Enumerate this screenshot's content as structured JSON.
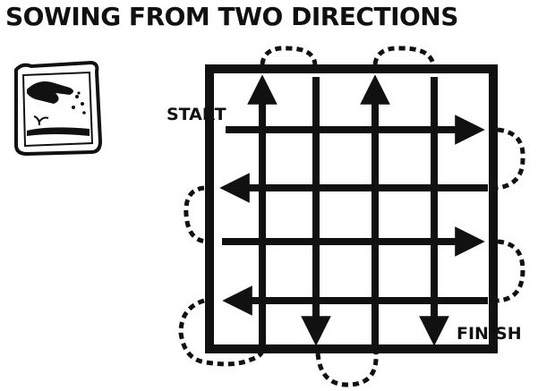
{
  "title": "SOWING FROM TWO DIRECTIONS",
  "labels": {
    "start": "START",
    "finish": "FINISH"
  },
  "icons": {
    "sowing_hand": "hand-scattering-seeds-icon"
  },
  "colors": {
    "ink": "#111111",
    "background": "#ffffff"
  }
}
